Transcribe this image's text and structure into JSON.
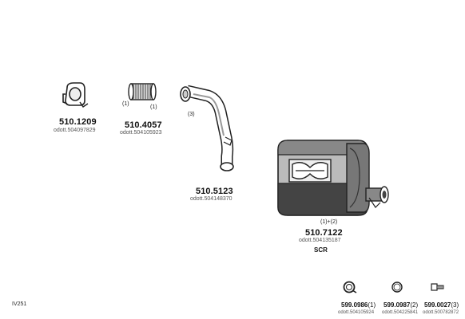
{
  "diagram_code": "IV251",
  "parts": [
    {
      "number": "510.1209",
      "oe": "odott.504097829"
    },
    {
      "number": "510.4057",
      "oe": "odott.504105923",
      "qty_left": "(1)",
      "qty_right": "(1)"
    },
    {
      "number": "510.5123",
      "oe": "odott.504148370",
      "qty": "(3)"
    },
    {
      "number": "510.7122",
      "oe": "odott.504135187",
      "qty": "(1)+(2)",
      "label": "SCR"
    }
  ],
  "hardware": [
    {
      "number": "599.0986",
      "qty": "(1)",
      "oe": "odott.504105924"
    },
    {
      "number": "599.0987",
      "qty": "(2)",
      "oe": "odott.504225841"
    },
    {
      "number": "599.0027",
      "qty": "(3)",
      "oe": "odott.500782872"
    }
  ]
}
